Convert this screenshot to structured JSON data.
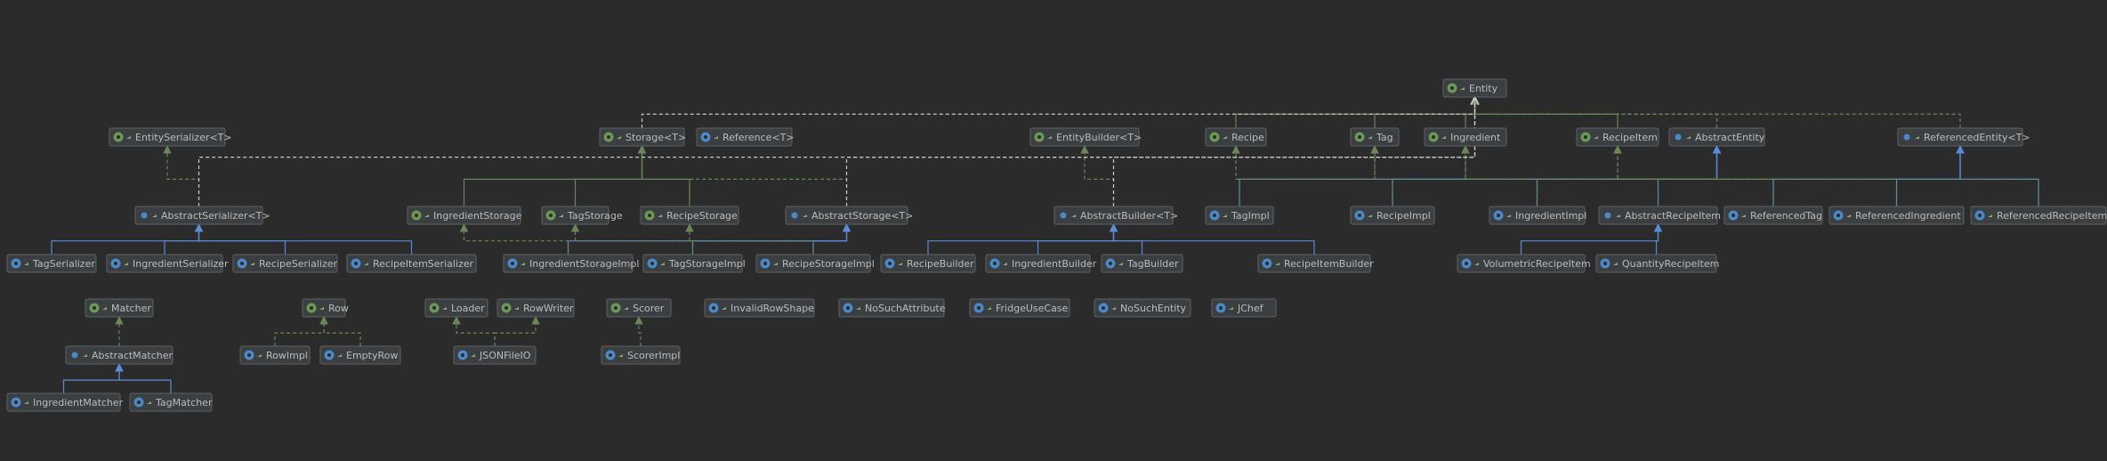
{
  "colors": {
    "background": "#2b2b2b",
    "interface_badge": "#6a9955",
    "class_badge": "#4a88c7",
    "abstract_badge": "#4a88c7",
    "final_badge": "#4a88c7",
    "implements_edge": "#6a8759",
    "extends_class_edge": "#5a8bd6",
    "extends_interface_edge": "#6a8759",
    "dependency_edge": "#c8c8c8"
  },
  "kinds": {
    "interface": {
      "letter": "I",
      "icon": "interface-icon"
    },
    "class": {
      "letter": "C",
      "icon": "class-icon"
    },
    "abstract": {
      "letter": "C",
      "icon": "abstract-class-icon"
    },
    "final": {
      "letter": "C",
      "icon": "final-class-icon"
    }
  },
  "nodes": [
    {
      "id": "Entity",
      "label": "Entity",
      "kind": "interface"
    },
    {
      "id": "EntitySerializer",
      "label": "EntitySerializer<T>",
      "kind": "interface"
    },
    {
      "id": "Storage",
      "label": "Storage<T>",
      "kind": "interface"
    },
    {
      "id": "Reference",
      "label": "Reference<T>",
      "kind": "class"
    },
    {
      "id": "EntityBuilder",
      "label": "EntityBuilder<T>",
      "kind": "interface"
    },
    {
      "id": "Recipe",
      "label": "Recipe",
      "kind": "interface"
    },
    {
      "id": "Tag",
      "label": "Tag",
      "kind": "interface"
    },
    {
      "id": "Ingredient",
      "label": "Ingredient",
      "kind": "interface"
    },
    {
      "id": "RecipeItem",
      "label": "RecipeItem",
      "kind": "interface"
    },
    {
      "id": "AbstractEntity",
      "label": "AbstractEntity",
      "kind": "abstract"
    },
    {
      "id": "ReferencedEntity",
      "label": "ReferencedEntity<T>",
      "kind": "abstract"
    },
    {
      "id": "AbstractSerializer",
      "label": "AbstractSerializer<T>",
      "kind": "abstract"
    },
    {
      "id": "IngredientStorage",
      "label": "IngredientStorage",
      "kind": "interface"
    },
    {
      "id": "TagStorage",
      "label": "TagStorage",
      "kind": "interface"
    },
    {
      "id": "RecipeStorage",
      "label": "RecipeStorage",
      "kind": "interface"
    },
    {
      "id": "AbstractStorage",
      "label": "AbstractStorage<T>",
      "kind": "abstract"
    },
    {
      "id": "AbstractBuilder",
      "label": "AbstractBuilder<T>",
      "kind": "abstract"
    },
    {
      "id": "TagImpl",
      "label": "TagImpl",
      "kind": "class"
    },
    {
      "id": "RecipeImpl",
      "label": "RecipeImpl",
      "kind": "class"
    },
    {
      "id": "IngredientImpl",
      "label": "IngredientImpl",
      "kind": "class"
    },
    {
      "id": "AbstractRecipeItem",
      "label": "AbstractRecipeItem",
      "kind": "abstract"
    },
    {
      "id": "ReferencedTag",
      "label": "ReferencedTag",
      "kind": "class"
    },
    {
      "id": "ReferencedIngredient",
      "label": "ReferencedIngredient",
      "kind": "class"
    },
    {
      "id": "ReferencedRecipeItem",
      "label": "ReferencedRecipeItem",
      "kind": "class"
    },
    {
      "id": "TagSerializer",
      "label": "TagSerializer",
      "kind": "class"
    },
    {
      "id": "IngredientSerializer",
      "label": "IngredientSerializer",
      "kind": "class"
    },
    {
      "id": "RecipeSerializer",
      "label": "RecipeSerializer",
      "kind": "class"
    },
    {
      "id": "RecipeItemSerializer",
      "label": "RecipeItemSerializer",
      "kind": "class"
    },
    {
      "id": "IngredientStorageImpl",
      "label": "IngredientStorageImpl",
      "kind": "class"
    },
    {
      "id": "TagStorageImpl",
      "label": "TagStorageImpl",
      "kind": "class"
    },
    {
      "id": "RecipeStorageImpl",
      "label": "RecipeStorageImpl",
      "kind": "class"
    },
    {
      "id": "RecipeBuilder",
      "label": "RecipeBuilder",
      "kind": "class"
    },
    {
      "id": "IngredientBuilder",
      "label": "IngredientBuilder",
      "kind": "class"
    },
    {
      "id": "TagBuilder",
      "label": "TagBuilder",
      "kind": "class"
    },
    {
      "id": "RecipeItemBuilder",
      "label": "RecipeItemBuilder",
      "kind": "class"
    },
    {
      "id": "VolumetricRecipeItem",
      "label": "VolumetricRecipeItem",
      "kind": "class"
    },
    {
      "id": "QuantityRecipeItem",
      "label": "QuantityRecipeItem",
      "kind": "class"
    },
    {
      "id": "Matcher",
      "label": "Matcher",
      "kind": "interface"
    },
    {
      "id": "AbstractMatcher",
      "label": "AbstractMatcher",
      "kind": "abstract"
    },
    {
      "id": "IngredientMatcher",
      "label": "IngredientMatcher",
      "kind": "class"
    },
    {
      "id": "TagMatcher",
      "label": "TagMatcher",
      "kind": "class"
    },
    {
      "id": "Row",
      "label": "Row",
      "kind": "interface"
    },
    {
      "id": "RowImpl",
      "label": "RowImpl",
      "kind": "class"
    },
    {
      "id": "EmptyRow",
      "label": "EmptyRow",
      "kind": "class"
    },
    {
      "id": "Loader",
      "label": "Loader",
      "kind": "interface"
    },
    {
      "id": "RowWriter",
      "label": "RowWriter",
      "kind": "interface"
    },
    {
      "id": "JSONFileIO",
      "label": "JSONFileIO",
      "kind": "class"
    },
    {
      "id": "Scorer",
      "label": "Scorer",
      "kind": "interface"
    },
    {
      "id": "ScorerImpl",
      "label": "ScorerImpl",
      "kind": "class"
    },
    {
      "id": "InvalidRowShape",
      "label": "InvalidRowShape",
      "kind": "class"
    },
    {
      "id": "NoSuchAttribute",
      "label": "NoSuchAttribute",
      "kind": "class"
    },
    {
      "id": "FridgeUseCase",
      "label": "FridgeUseCase",
      "kind": "class"
    },
    {
      "id": "NoSuchEntity",
      "label": "NoSuchEntity",
      "kind": "class"
    },
    {
      "id": "JChef",
      "label": "JChef",
      "kind": "final"
    }
  ],
  "edges": [
    {
      "from": "AbstractSerializer",
      "to": "EntitySerializer",
      "type": "implements"
    },
    {
      "from": "TagSerializer",
      "to": "AbstractSerializer",
      "type": "extends-class"
    },
    {
      "from": "IngredientSerializer",
      "to": "AbstractSerializer",
      "type": "extends-class"
    },
    {
      "from": "RecipeSerializer",
      "to": "AbstractSerializer",
      "type": "extends-class"
    },
    {
      "from": "RecipeItemSerializer",
      "to": "AbstractSerializer",
      "type": "extends-class"
    },
    {
      "from": "IngredientStorage",
      "to": "Storage",
      "type": "extends-interface"
    },
    {
      "from": "TagStorage",
      "to": "Storage",
      "type": "extends-interface"
    },
    {
      "from": "RecipeStorage",
      "to": "Storage",
      "type": "extends-interface"
    },
    {
      "from": "AbstractStorage",
      "to": "Storage",
      "type": "implements"
    },
    {
      "from": "IngredientStorageImpl",
      "to": "AbstractStorage",
      "type": "extends-class"
    },
    {
      "from": "TagStorageImpl",
      "to": "AbstractStorage",
      "type": "extends-class"
    },
    {
      "from": "RecipeStorageImpl",
      "to": "AbstractStorage",
      "type": "extends-class"
    },
    {
      "from": "IngredientStorageImpl",
      "to": "IngredientStorage",
      "type": "implements"
    },
    {
      "from": "TagStorageImpl",
      "to": "TagStorage",
      "type": "implements"
    },
    {
      "from": "RecipeStorageImpl",
      "to": "RecipeStorage",
      "type": "implements"
    },
    {
      "from": "AbstractBuilder",
      "to": "EntityBuilder",
      "type": "implements"
    },
    {
      "from": "RecipeBuilder",
      "to": "AbstractBuilder",
      "type": "extends-class"
    },
    {
      "from": "IngredientBuilder",
      "to": "AbstractBuilder",
      "type": "extends-class"
    },
    {
      "from": "TagBuilder",
      "to": "AbstractBuilder",
      "type": "extends-class"
    },
    {
      "from": "RecipeItemBuilder",
      "to": "AbstractBuilder",
      "type": "extends-class"
    },
    {
      "from": "TagImpl",
      "to": "AbstractEntity",
      "type": "extends-class"
    },
    {
      "from": "RecipeImpl",
      "to": "AbstractEntity",
      "type": "extends-class"
    },
    {
      "from": "IngredientImpl",
      "to": "AbstractEntity",
      "type": "extends-class"
    },
    {
      "from": "AbstractRecipeItem",
      "to": "AbstractEntity",
      "type": "extends-class"
    },
    {
      "from": "TagImpl",
      "to": "Tag",
      "type": "implements"
    },
    {
      "from": "RecipeImpl",
      "to": "Recipe",
      "type": "implements"
    },
    {
      "from": "IngredientImpl",
      "to": "Ingredient",
      "type": "implements"
    },
    {
      "from": "AbstractRecipeItem",
      "to": "RecipeItem",
      "type": "implements"
    },
    {
      "from": "ReferencedTag",
      "to": "ReferencedEntity",
      "type": "extends-class"
    },
    {
      "from": "ReferencedIngredient",
      "to": "ReferencedEntity",
      "type": "extends-class"
    },
    {
      "from": "ReferencedRecipeItem",
      "to": "ReferencedEntity",
      "type": "extends-class"
    },
    {
      "from": "ReferencedTag",
      "to": "Tag",
      "type": "implements"
    },
    {
      "from": "ReferencedIngredient",
      "to": "Ingredient",
      "type": "implements"
    },
    {
      "from": "ReferencedRecipeItem",
      "to": "RecipeItem",
      "type": "implements"
    },
    {
      "from": "VolumetricRecipeItem",
      "to": "AbstractRecipeItem",
      "type": "extends-class"
    },
    {
      "from": "QuantityRecipeItem",
      "to": "AbstractRecipeItem",
      "type": "extends-class"
    },
    {
      "from": "Recipe",
      "to": "Entity",
      "type": "extends-interface"
    },
    {
      "from": "Tag",
      "to": "Entity",
      "type": "extends-interface"
    },
    {
      "from": "Ingredient",
      "to": "Entity",
      "type": "extends-interface"
    },
    {
      "from": "RecipeItem",
      "to": "Entity",
      "type": "extends-interface"
    },
    {
      "from": "AbstractEntity",
      "to": "Entity",
      "type": "implements"
    },
    {
      "from": "ReferencedEntity",
      "to": "Entity",
      "type": "implements"
    },
    {
      "from": "AbstractSerializer",
      "to": "Entity",
      "type": "dependency"
    },
    {
      "from": "Storage",
      "to": "Entity",
      "type": "dependency"
    },
    {
      "from": "AbstractStorage",
      "to": "Entity",
      "type": "dependency"
    },
    {
      "from": "AbstractBuilder",
      "to": "Entity",
      "type": "dependency"
    },
    {
      "from": "AbstractMatcher",
      "to": "Matcher",
      "type": "implements"
    },
    {
      "from": "IngredientMatcher",
      "to": "AbstractMatcher",
      "type": "extends-class"
    },
    {
      "from": "TagMatcher",
      "to": "AbstractMatcher",
      "type": "extends-class"
    },
    {
      "from": "RowImpl",
      "to": "Row",
      "type": "implements"
    },
    {
      "from": "EmptyRow",
      "to": "Row",
      "type": "implements"
    },
    {
      "from": "JSONFileIO",
      "to": "Loader",
      "type": "implements"
    },
    {
      "from": "JSONFileIO",
      "to": "RowWriter",
      "type": "implements"
    },
    {
      "from": "ScorerImpl",
      "to": "Scorer",
      "type": "implements"
    }
  ]
}
